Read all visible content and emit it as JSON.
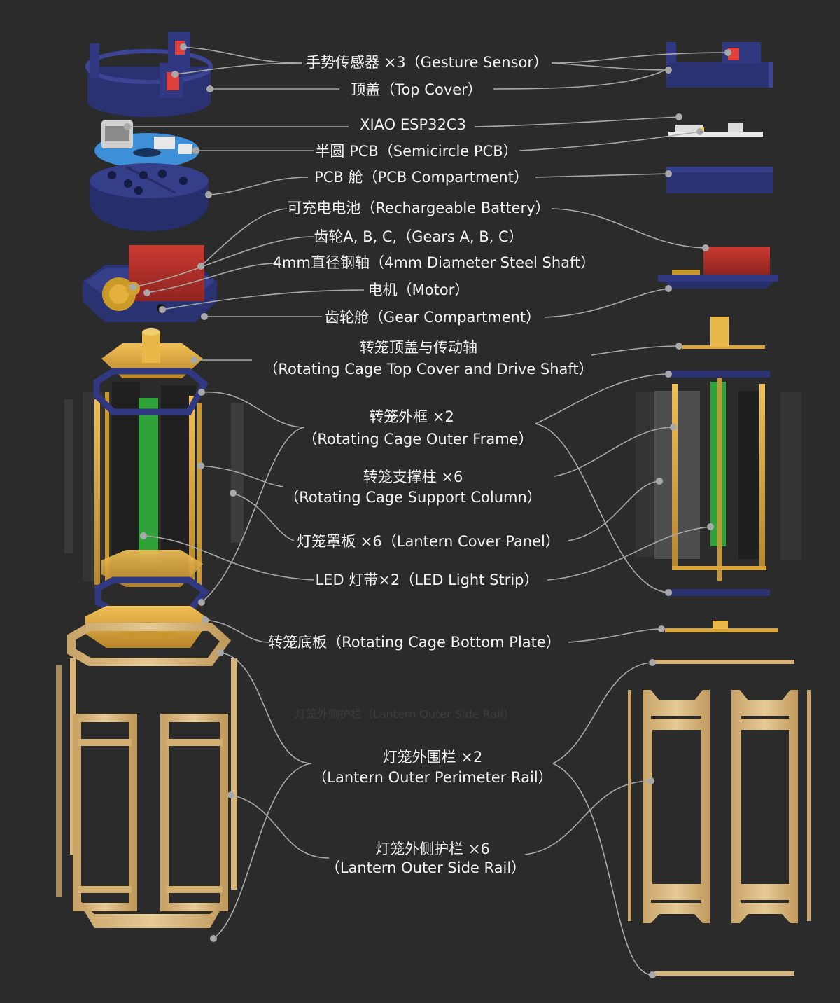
{
  "colors": {
    "background": "#2b2b2b",
    "leader_line": "#a8a8a8",
    "navy": "#2a3272",
    "gold": "#d9a53a",
    "wood": "#d8b57a",
    "battery_red": "#b8312b",
    "pcb_blue": "#3d8fd8",
    "led_green": "#2fa23a",
    "panel_gray": "#5a5a5a"
  },
  "labels": [
    {
      "id": "gesture-sensor",
      "lines": [
        "手势传感器 ×3（Gesture Sensor）"
      ]
    },
    {
      "id": "top-cover",
      "lines": [
        "顶盖（Top Cover）"
      ]
    },
    {
      "id": "xiao",
      "lines": [
        "XIAO ESP32C3"
      ]
    },
    {
      "id": "semicircle-pcb",
      "lines": [
        "半圆 PCB（Semicircle PCB）"
      ]
    },
    {
      "id": "pcb-compartment",
      "lines": [
        "PCB 舱（PCB Compartment）"
      ]
    },
    {
      "id": "battery",
      "lines": [
        "可充电电池（Rechargeable Battery）"
      ]
    },
    {
      "id": "gears",
      "lines": [
        "齿轮A, B, C,（Gears A, B, C）"
      ]
    },
    {
      "id": "steel-shaft",
      "lines": [
        "4mm直径钢轴（4mm Diameter Steel Shaft）"
      ]
    },
    {
      "id": "motor",
      "lines": [
        "电机（Motor）"
      ]
    },
    {
      "id": "gear-compartment",
      "lines": [
        "齿轮舱（Gear Compartment）"
      ]
    },
    {
      "id": "cage-top",
      "lines": [
        "转笼顶盖与传动轴",
        "（Rotating Cage Top Cover and Drive Shaft）"
      ]
    },
    {
      "id": "cage-frame",
      "lines": [
        "转笼外框 ×2",
        "（Rotating Cage Outer Frame）"
      ]
    },
    {
      "id": "cage-column",
      "lines": [
        "转笼支撑柱 ×6",
        "（Rotating Cage Support Column）"
      ]
    },
    {
      "id": "cover-panel",
      "lines": [
        "灯笼罩板 ×6（Lantern Cover Panel）"
      ]
    },
    {
      "id": "led-strip",
      "lines": [
        "LED 灯带×2（LED Light Strip）"
      ]
    },
    {
      "id": "bottom-plate",
      "lines": [
        "转笼底板（Rotating Cage Bottom Plate）"
      ]
    },
    {
      "id": "perimeter-rail",
      "lines": [
        "灯笼外围栏 ×2",
        "（Lantern Outer Perimeter Rail）"
      ]
    },
    {
      "id": "side-rail",
      "lines": [
        "灯笼外侧护栏 ×6",
        "（Lantern Outer Side Rail）"
      ]
    }
  ],
  "ghost_text": "灯笼外侧护栏（Lantern Outer Side Rail）"
}
